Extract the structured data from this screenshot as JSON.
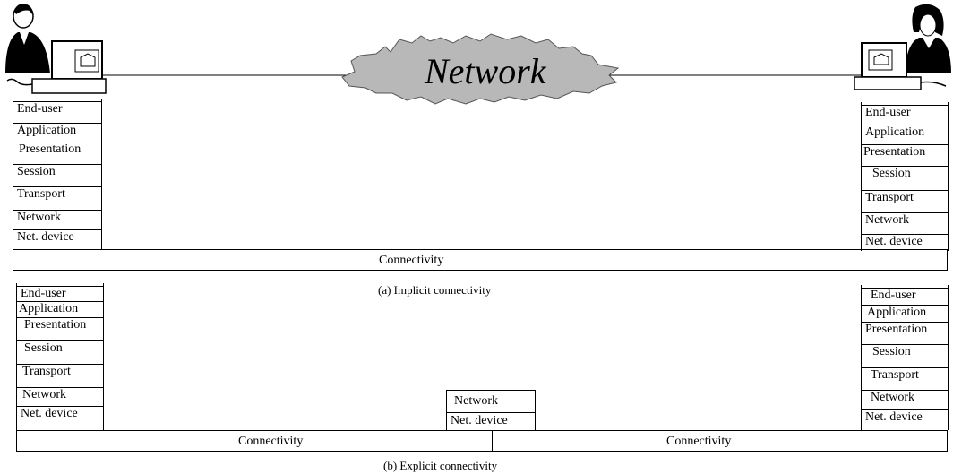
{
  "network_cloud_label": "Network",
  "stack_layers": [
    "End-user",
    "Application",
    "Presentation",
    "Session",
    "Transport",
    "Network",
    "Net. device"
  ],
  "router_layers": [
    "Network",
    "Net. device"
  ],
  "connectivity_label": "Connectivity",
  "caption_a": "(a) Implicit connectivity",
  "caption_b": "(b) Explicit connectivity"
}
